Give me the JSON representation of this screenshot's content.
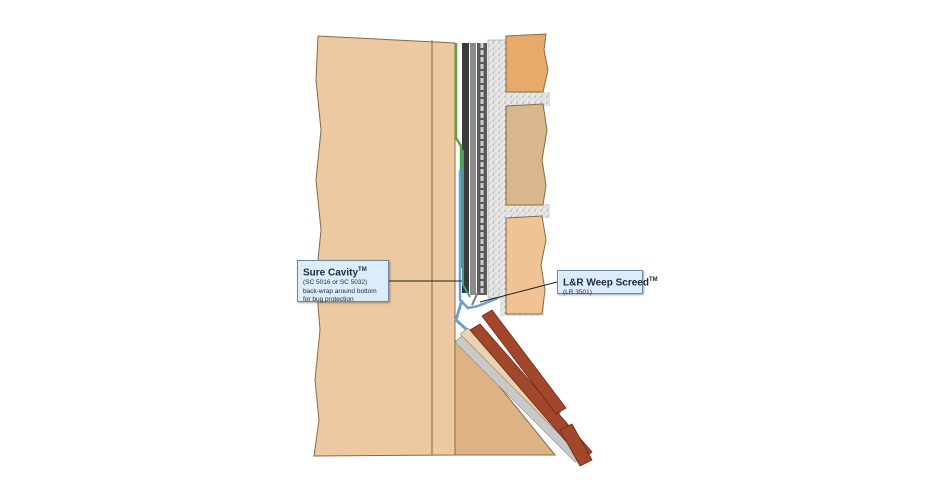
{
  "callouts": {
    "sure_cavity": {
      "title": "Sure Cavity",
      "trademark": "TM",
      "lines": [
        "(SC 5016 or SC 5032)",
        "back-wrap around bottom",
        "for bug protection"
      ]
    },
    "weep_screed": {
      "title": "L&R Weep Screed",
      "trademark": "TM",
      "lines": [
        "(LR 3501)"
      ]
    }
  },
  "colors": {
    "wall": "#ecc9a0",
    "wall_edge": "#8a6a45",
    "membrane_green": "#5aa33e",
    "membrane_teal": "#4a9a86",
    "screed_blue": "#6f9fd0",
    "mortar": "#e4e4e4",
    "brick_orange": "#e8aa6a",
    "brick_tan": "#d9b68c",
    "brick_light": "#f0c294",
    "shingle": "#a3472c",
    "callout_bg": "#dcecf8"
  }
}
